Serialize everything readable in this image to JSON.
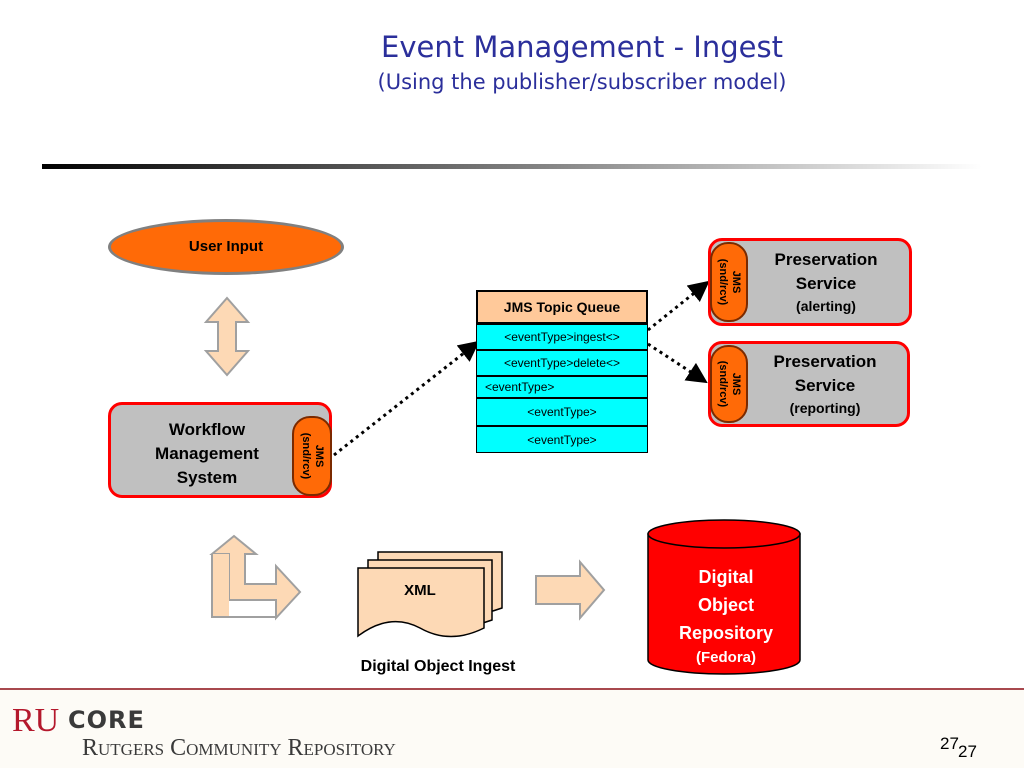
{
  "title": "Event Management - Ingest",
  "subtitle": "(Using the publisher/subscriber model)",
  "user_input": "User Input",
  "workflow": {
    "line1": "Workflow",
    "line2": "Management",
    "line3": "System",
    "jms_line1": "JMS",
    "jms_line2": "(snd/rcv)"
  },
  "queue": {
    "header": "JMS Topic Queue",
    "rows": [
      "<eventType>ingest<>",
      "<eventType>delete<>",
      "<eventType>",
      "<eventType>",
      "<eventType>"
    ]
  },
  "service_alerting": {
    "line1": "Preservation",
    "line2": "Service",
    "line3": "(alerting)",
    "jms_line1": "JMS",
    "jms_line2": "(snd/rcv)"
  },
  "service_reporting": {
    "line1": "Preservation",
    "line2": "Service",
    "line3": "(reporting)",
    "jms_line1": "JMS",
    "jms_line2": "(snd/rcv)"
  },
  "xml_label": "XML",
  "ingest_label": "Digital Object Ingest",
  "repository": {
    "line1": "Digital",
    "line2": "Object",
    "line3": "Repository",
    "line4": "(Fedora)"
  },
  "footer": {
    "logo_ru": "RU",
    "logo_core": "CORE",
    "logo_sub": "Rutgers Community Repository",
    "page_a": "27",
    "page_b": "27"
  },
  "colors": {
    "title": "#2b2f9b",
    "orange": "#ff6a07",
    "red": "#ff0000",
    "gray_box": "#c0c0c0",
    "cyan": "#00ffff",
    "peach": "#ffc99a"
  }
}
